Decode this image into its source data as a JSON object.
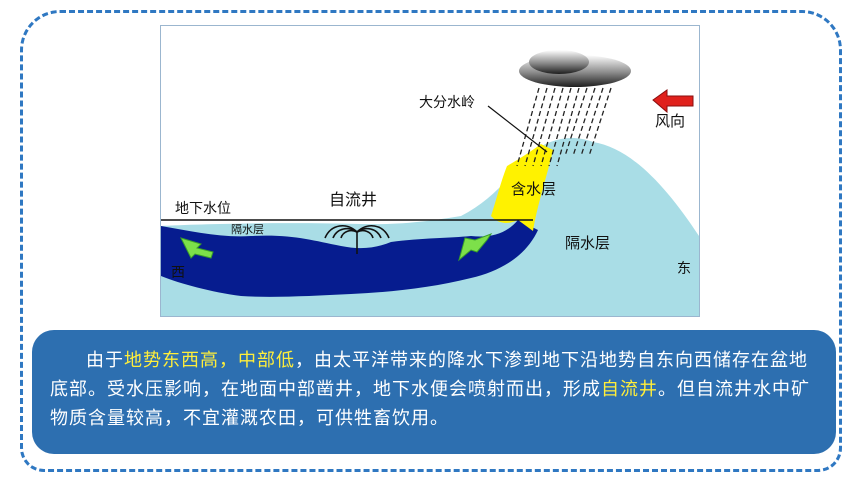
{
  "diagram": {
    "labels": {
      "divide": "大分水岭",
      "wind": "风向",
      "aquifer": "含水层",
      "water_table": "地下水位",
      "artesian_well": "自流井",
      "aquiclude_small": "隔水层",
      "aquiclude_large": "隔水层",
      "west": "西",
      "east": "东"
    },
    "colors": {
      "sky": "#ffffff",
      "aquiclude": "#a9dde6",
      "aquifer_exposed": "#fff200",
      "aquifer_underground": "#061c8f",
      "flow_arrow": "#7de04a",
      "wind_arrow": "#e0211c",
      "cloud": "#2b2b2b"
    }
  },
  "description": {
    "p1_lead": "由于",
    "p1_hl1": "地势东西高，中部低",
    "p1_mid": "，由太平洋带来的降水下渗到地下沿地势自东向西储存在盆地底部。受水压影响，在地面中部凿井，地下水便会喷射而出，形成",
    "p1_hl2": "自流井",
    "p1_end": "。但自流井水中矿物质含量较高，不宜灌溉农田，可供牲畜饮用。"
  }
}
